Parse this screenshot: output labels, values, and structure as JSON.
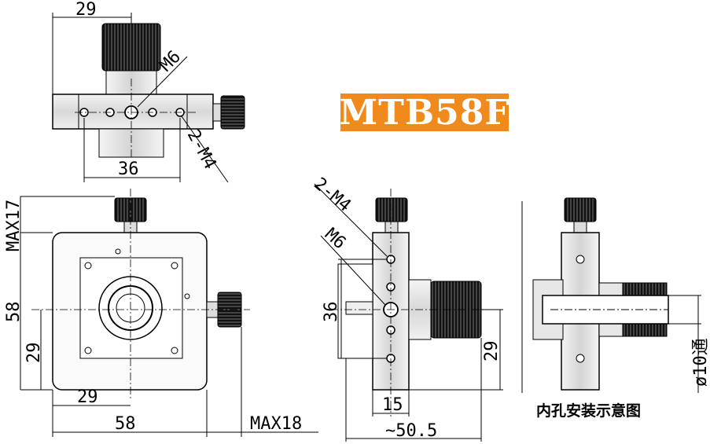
{
  "title": "MTB58F",
  "caption": "内孔安装示意图",
  "dimensions": {
    "top_width": "29",
    "thread_m6": "M6",
    "holes_2m4": "2-M4",
    "hole_spacing": "36",
    "max17": "MAX17",
    "left_58": "58",
    "left_29": "29",
    "bottom_29": "29",
    "bottom_58": "58",
    "max18": "MAX18",
    "side_2m4": "2-M4",
    "side_m6": "M6",
    "side_36": "36",
    "side_29": "29",
    "side_15": "15",
    "side_50": "~50.5",
    "bore": "ø10通"
  },
  "colors": {
    "title_bg": "#f08a1c",
    "title_fg": "#ffffff",
    "line": "#000000"
  }
}
